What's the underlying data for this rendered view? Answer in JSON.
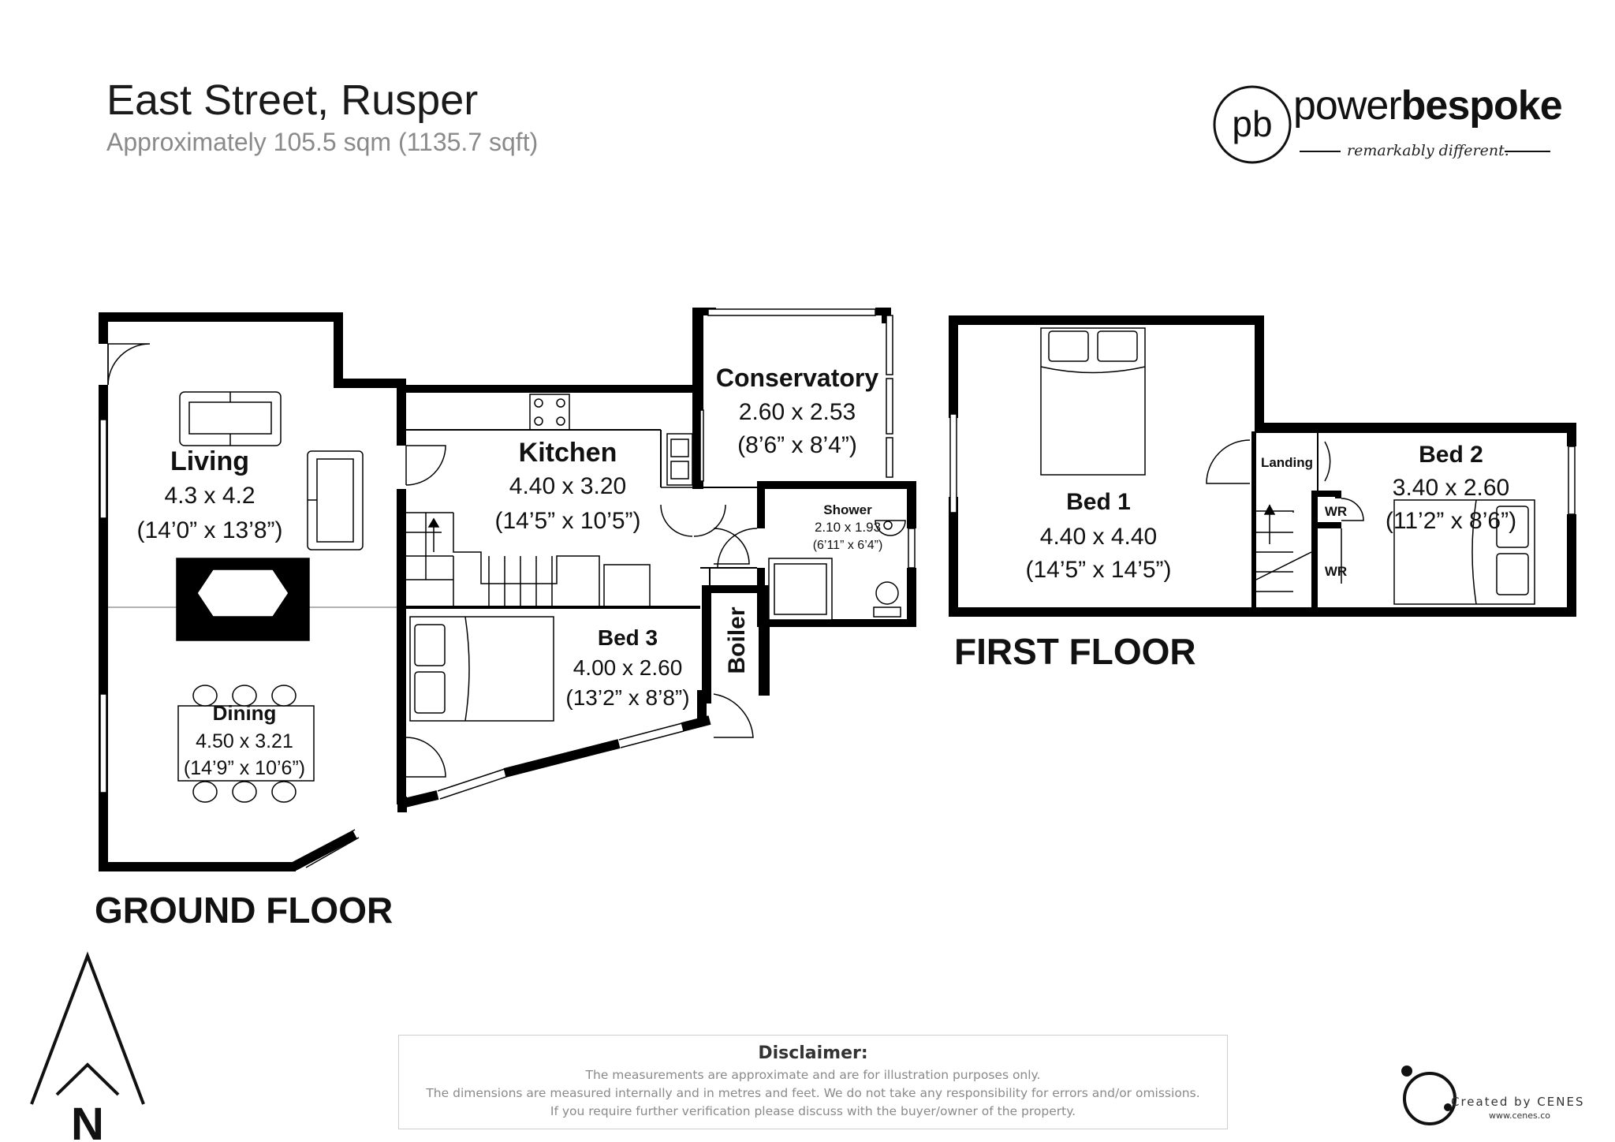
{
  "header": {
    "title": "East Street, Rusper",
    "subtitle": "Approximately 105.5 sqm (1135.7 sqft)"
  },
  "brand": {
    "monogram": "pb",
    "name_light": "power",
    "name_bold": "bespoke",
    "tagline": "remarkably different."
  },
  "rooms": {
    "living": {
      "name": "Living",
      "metric": "4.3 x 4.2",
      "imperial": "(14’0” x 13’8”)"
    },
    "dining": {
      "name": "Dining",
      "metric": "4.50 x 3.21",
      "imperial": "(14’9” x 10’6”)"
    },
    "kitchen": {
      "name": "Kitchen",
      "metric": "4.40 x 3.20",
      "imperial": "(14’5” x 10’5”)"
    },
    "conservatory": {
      "name": "Conservatory",
      "metric": "2.60 x 2.53",
      "imperial": "(8’6” x 8’4”)"
    },
    "shower": {
      "name": "Shower",
      "metric": "2.10 x 1.93",
      "imperial": "(6’11” x 6’4”)"
    },
    "bed3": {
      "name": "Bed 3",
      "metric": "4.00 x 2.60",
      "imperial": "(13’2” x 8’8”)"
    },
    "boiler": {
      "name": "Boiler"
    },
    "bed1": {
      "name": "Bed 1",
      "metric": "4.40 x 4.40",
      "imperial": "(14’5” x 14’5”)"
    },
    "bed2": {
      "name": "Bed 2",
      "metric": "3.40 x 2.60",
      "imperial": "(11’2” x 8’6”)"
    },
    "landing": {
      "name": "Landing"
    },
    "wr1": {
      "name": "WR"
    },
    "wr2": {
      "name": "WR"
    }
  },
  "floors": {
    "ground": "GROUND FLOOR",
    "first": "FIRST FLOOR"
  },
  "compass": {
    "label": "N",
    "icon": "north-arrow-icon"
  },
  "disclaimer": {
    "title": "Disclaimer:",
    "lines": [
      "The measurements are approximate and are for illustration purposes only.",
      "The dimensions are measured internally and in metres and feet. We do not take any responsibility for errors and/or omissions.",
      "If you require further verification please discuss with the buyer/owner of the property."
    ]
  },
  "credit": {
    "text": "Created by CENES",
    "url": "www.cenes.co"
  },
  "colors": {
    "wall": "#000000",
    "text": "#111111",
    "muted": "#8a8a8a"
  }
}
